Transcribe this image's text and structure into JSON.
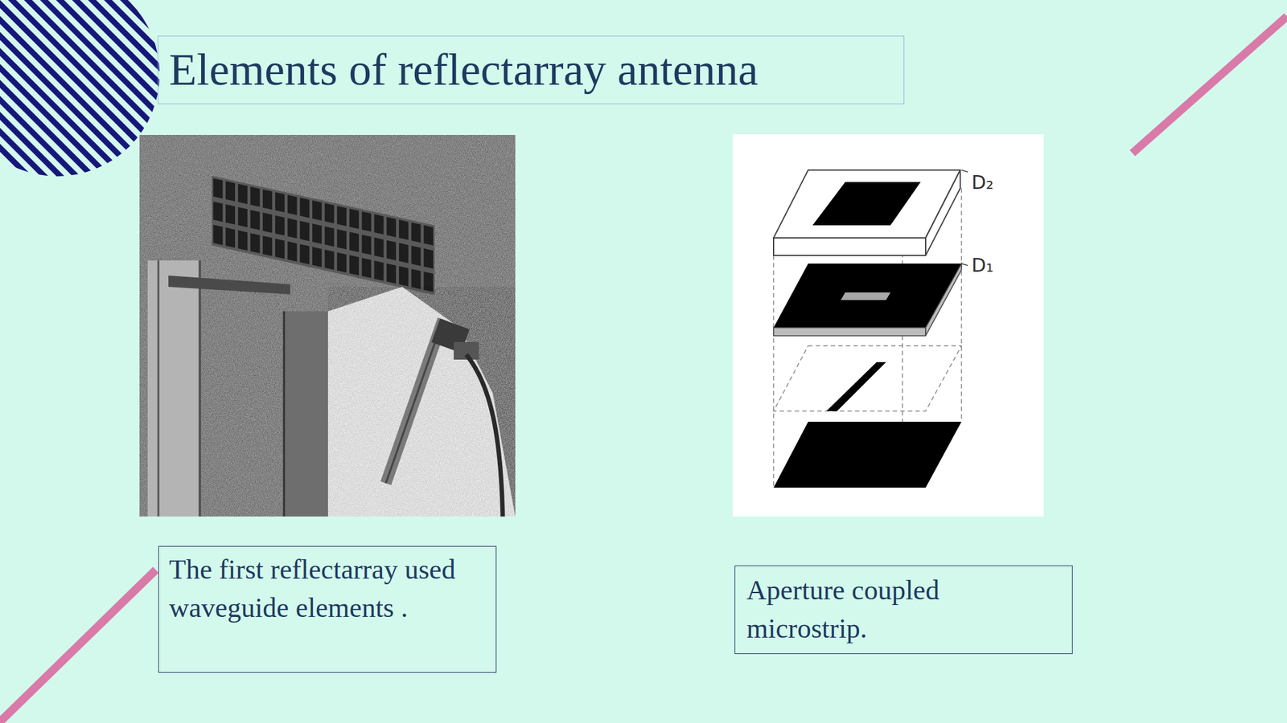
{
  "diagram": {
    "title": "Elements of reflectarray antenna",
    "nodes": [
      {
        "text": [
          "The first reflectarray used waveguide elements ."
        ]
      },
      {
        "text": [
          "Aperture coupled microstrip."
        ]
      }
    ],
    "labels": [
      "D₂",
      "D₁"
    ]
  }
}
